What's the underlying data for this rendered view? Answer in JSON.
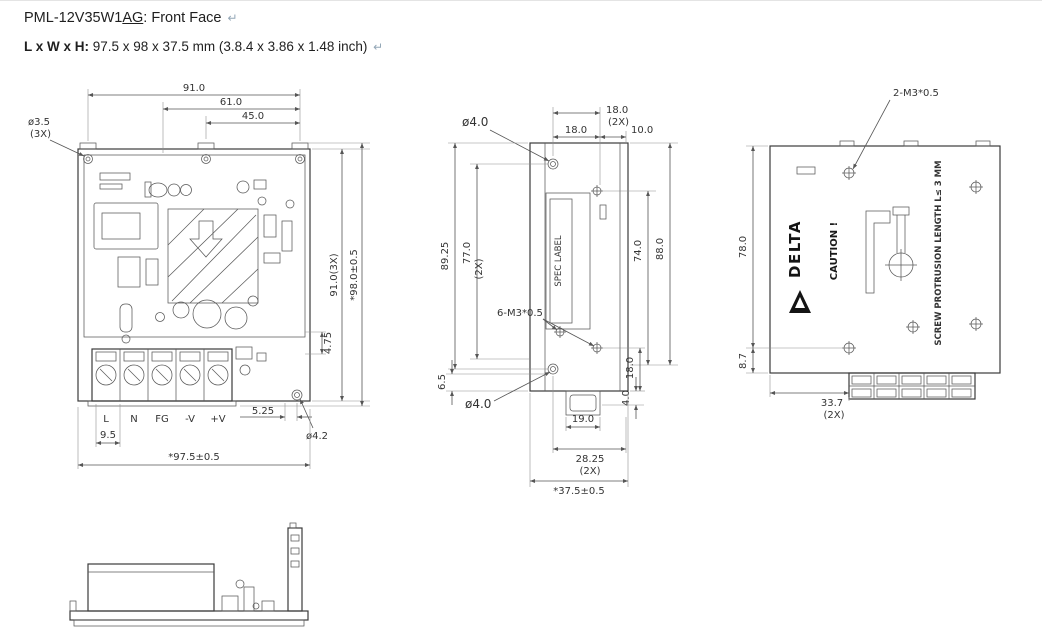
{
  "header": {
    "title_prefix": "PML-12V35W1",
    "title_underline": "AG",
    "title_suffix": ": Front Face",
    "return_mark": "↵",
    "size_label": "L x W x H:",
    "size_value": " 97.5 x 98 x 37.5 mm (3.8.4 x 3.86 x 1.48 inch) "
  },
  "front_view": {
    "dim_width_total": "91.0",
    "dim_width_mid": "61.0",
    "dim_width_inner": "45.0",
    "hole_top": "ø3.5",
    "hole_top_qty": "(3X)",
    "dim_height_inner": "91.0(3X)",
    "dim_height_total": "*98.0±0.5",
    "dim_475": "4.75",
    "dim_525": "5.25",
    "hole_bottom": "ø4.2",
    "terminals": [
      "L",
      "N",
      "FG",
      "-V",
      "+V"
    ],
    "dim_95": "9.5",
    "dim_width_overall": "*97.5±0.5"
  },
  "side_view": {
    "hole_top": "ø4.0",
    "dim_18_top": "18.0",
    "qty_2x_top": "(2X)",
    "dim_18": "18.0",
    "dim_10": "10.0",
    "dim_8925": "89.25",
    "dim_77": "77.0",
    "qty_2x_left": "(2X)",
    "spec_label": "SPEC LABEL",
    "screw_note": "6-M3*0.5",
    "dim_74": "74.0",
    "dim_88": "88.0",
    "dim_18_right": "18.0",
    "dim_4": "4.0",
    "dim_65": "6.5",
    "hole_bottom": "ø4.0",
    "dim_19": "19.0",
    "dim_2825": "28.25",
    "qty_2x_bottom": "(2X)",
    "dim_depth_overall": "*37.5±0.5"
  },
  "back_view": {
    "screw_note": "2-M3*0.5",
    "brand": "DELTA",
    "caution": "CAUTION !",
    "protrusion_note": "SCREW PROTRUSION LENGTH L≤ 3 MM",
    "dim_78": "78.0",
    "dim_87": "8.7",
    "dim_337": "33.7",
    "qty_2x": "(2X)"
  }
}
